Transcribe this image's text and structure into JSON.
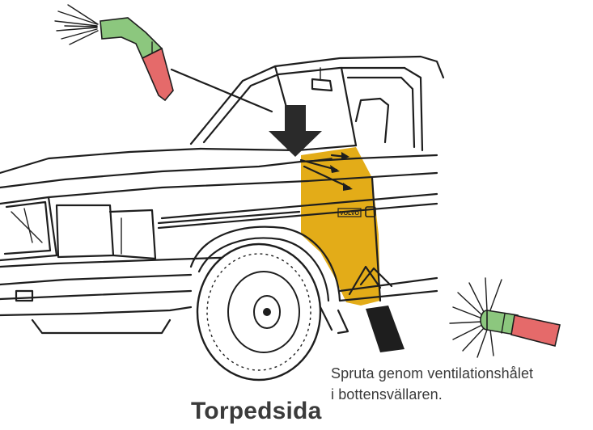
{
  "title": "Torpedsida",
  "caption": {
    "line1": "Spruta genom ventilationshålet",
    "line2": "i bottensvällaren."
  },
  "badge_text": "VOLVO",
  "colors": {
    "treated_area": "#e3ac18",
    "nozzle_green": "#8cc77e",
    "nozzle_red": "#e56a6a",
    "arrow": "#2a2a2a",
    "line": "#1e1e1e"
  },
  "icons": [
    "spray-nozzle-icon",
    "down-arrow-icon",
    "spray-nozzle-icon"
  ]
}
